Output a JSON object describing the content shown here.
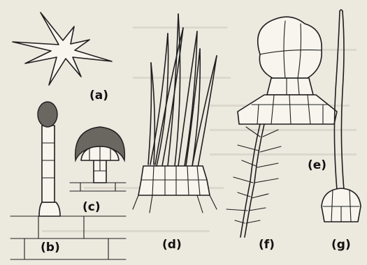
{
  "figure": {
    "labels": {
      "a": "(a)",
      "b": "(b)",
      "c": "(c)",
      "d": "(d)",
      "e": "(e)",
      "f": "(f)",
      "g": "(g)"
    }
  }
}
